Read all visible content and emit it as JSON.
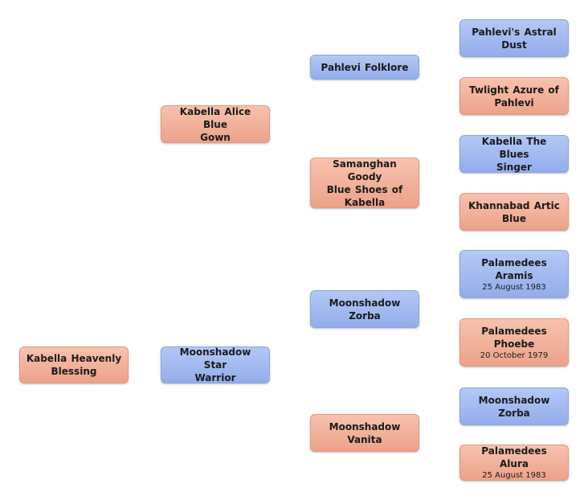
{
  "pedigree": {
    "subject": {
      "name": "Kabella  Heavenly\nBlessing",
      "sex": "female"
    },
    "dam": {
      "name": "Kabella Alice Blue\nGown",
      "sex": "female"
    },
    "sire": {
      "name": "Moonshadow Star\nWarrior",
      "sex": "male"
    },
    "dam_sire": {
      "name": "Pahlevi Folklore",
      "sex": "male"
    },
    "dam_dam": {
      "name": "Samanghan Goody\nBlue Shoes of\nKabella",
      "sex": "female"
    },
    "sire_sire": {
      "name": "Moonshadow\nZorba",
      "sex": "male"
    },
    "sire_dam": {
      "name": "Moonshadow\nVanita",
      "sex": "female"
    },
    "ggp": [
      {
        "name": "Pahlevi's  Astral\nDust",
        "sex": "male",
        "date": ""
      },
      {
        "name": "Twlight Azure of\nPahlevi",
        "sex": "female",
        "date": ""
      },
      {
        "name": "Kabella  The Blues\nSinger",
        "sex": "male",
        "date": ""
      },
      {
        "name": "Khannabad Artic\nBlue",
        "sex": "female",
        "date": ""
      },
      {
        "name": "Palamedees\nAramis",
        "sex": "male",
        "date": "25 August 1983"
      },
      {
        "name": "Palamedees\nPhoebe",
        "sex": "female",
        "date": "20 October 1979"
      },
      {
        "name": "Moonshadow\nZorba",
        "sex": "male",
        "date": ""
      },
      {
        "name": "Palamedees Alura",
        "sex": "female",
        "date": "25 August 1983"
      }
    ]
  }
}
